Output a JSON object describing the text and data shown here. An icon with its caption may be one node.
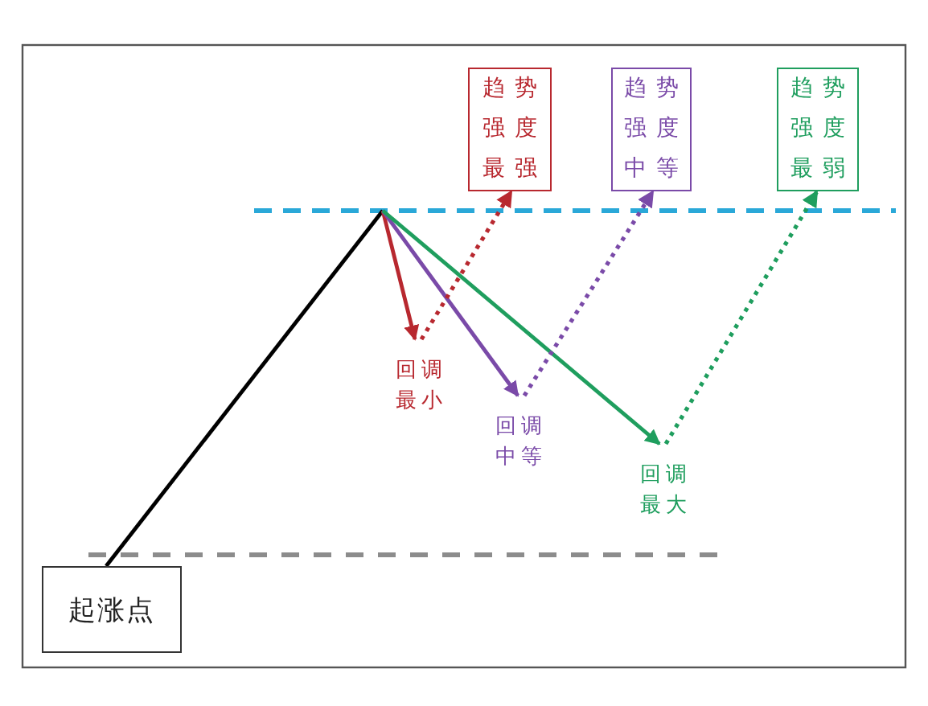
{
  "diagram": {
    "nodes": [
      {
        "text": [
          "趋势强度最强"
        ]
      },
      {
        "text": [
          "趋势强度中等"
        ]
      },
      {
        "text": [
          "趋势强度最弱"
        ]
      },
      {
        "text": [
          "回调最小"
        ]
      },
      {
        "text": [
          "回调中等"
        ]
      },
      {
        "text": [
          "回调最大"
        ]
      },
      {
        "text": [
          "起涨点"
        ]
      }
    ],
    "edges": [
      {
        "from": 6,
        "to": null,
        "arrow": "none",
        "color": "#000000"
      },
      {
        "from": null,
        "to": 3,
        "arrow": "to",
        "color": "#b8282f"
      },
      {
        "from": null,
        "to": 4,
        "arrow": "to",
        "color": "#7a4aa8"
      },
      {
        "from": null,
        "to": 5,
        "arrow": "to",
        "color": "#1f9e5e"
      },
      {
        "from": 3,
        "to": 0,
        "arrow": "to",
        "style": "dashed",
        "color": "#b8282f"
      },
      {
        "from": 4,
        "to": 1,
        "arrow": "to",
        "style": "dashed",
        "color": "#7a4aa8"
      },
      {
        "from": 5,
        "to": 2,
        "arrow": "to",
        "style": "dashed",
        "color": "#1f9e5e"
      }
    ]
  }
}
